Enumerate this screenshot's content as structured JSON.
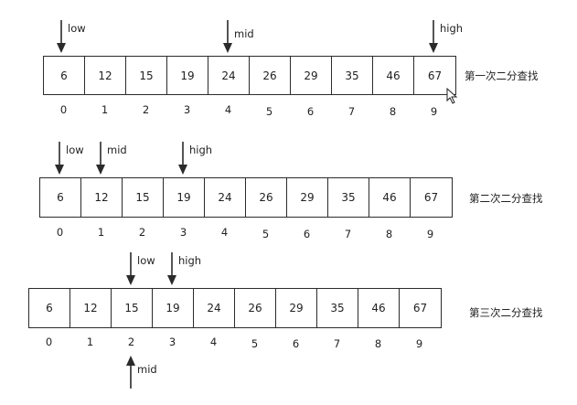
{
  "values": [
    "6",
    "12",
    "15",
    "19",
    "24",
    "26",
    "29",
    "35",
    "46",
    "67"
  ],
  "indices": [
    "0",
    "1",
    "2",
    "3",
    "4",
    "5",
    "6",
    "7",
    "8",
    "9"
  ],
  "passes": [
    {
      "label": "第一次二分查找",
      "pointers": [
        {
          "name": "low",
          "index": 0,
          "side": "above"
        },
        {
          "name": "mid",
          "index": 4,
          "side": "above"
        },
        {
          "name": "high",
          "index": 9,
          "side": "above"
        }
      ]
    },
    {
      "label": "第二次二分查找",
      "pointers": [
        {
          "name": "low",
          "index": 0,
          "side": "above"
        },
        {
          "name": "mid",
          "index": 1,
          "side": "above"
        },
        {
          "name": "high",
          "index": 3,
          "side": "above"
        }
      ]
    },
    {
      "label": "第三次二分查找",
      "pointers": [
        {
          "name": "low",
          "index": 2,
          "side": "above"
        },
        {
          "name": "high",
          "index": 3,
          "side": "above"
        },
        {
          "name": "mid",
          "index": 2,
          "side": "below"
        }
      ]
    }
  ]
}
